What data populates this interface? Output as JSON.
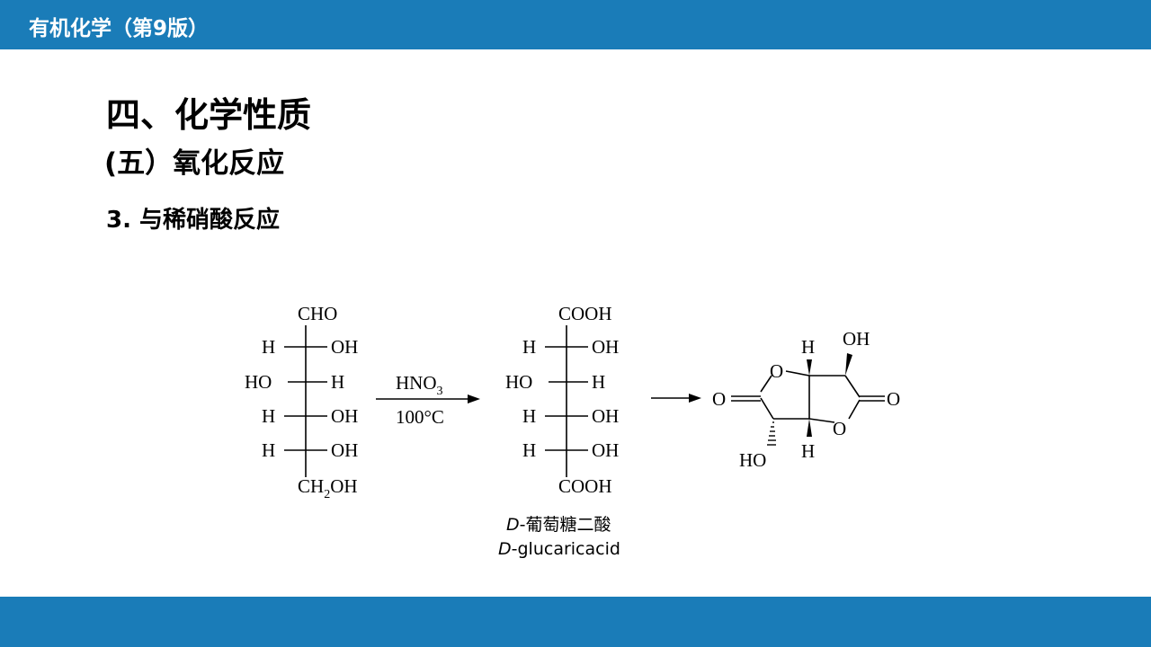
{
  "header": {
    "title": "有机化学（第9版）"
  },
  "slide": {
    "heading": "四、化学性质",
    "subheading": "(五）氧化反应",
    "section": "3. 与稀硝酸反应"
  },
  "reaction": {
    "reactant": {
      "top": "CHO",
      "rows": [
        {
          "left": "H",
          "right": "OH"
        },
        {
          "left": "HO",
          "right": "H"
        },
        {
          "left": "H",
          "right": "OH"
        },
        {
          "left": "H",
          "right": "OH"
        }
      ],
      "bottom_main": "CH",
      "bottom_sub": "2",
      "bottom_tail": "OH"
    },
    "reagent": {
      "main": "HNO",
      "sub": "3"
    },
    "condition": "100°C",
    "product": {
      "top": "COOH",
      "rows": [
        {
          "left": "H",
          "right": "OH"
        },
        {
          "left": "HO",
          "right": "H"
        },
        {
          "left": "H",
          "right": "OH"
        },
        {
          "left": "H",
          "right": "OH"
        }
      ],
      "bottom": "COOH",
      "name_cn_prefix": "D",
      "name_cn": "-葡萄糖二酸",
      "name_en_prefix": "D",
      "name_en": "-glucaricacid"
    },
    "lactone": {
      "oh_top": "OH",
      "h_top": "H",
      "o_ring_top": "O",
      "o_ring_bottom": "O",
      "carbonyl_left": "O",
      "carbonyl_right": "O",
      "ho_bottom": "HO",
      "h_bottom": "H"
    }
  },
  "colors": {
    "bar": "#1a7cb8",
    "text": "#000000",
    "header_text": "#ffffff"
  }
}
